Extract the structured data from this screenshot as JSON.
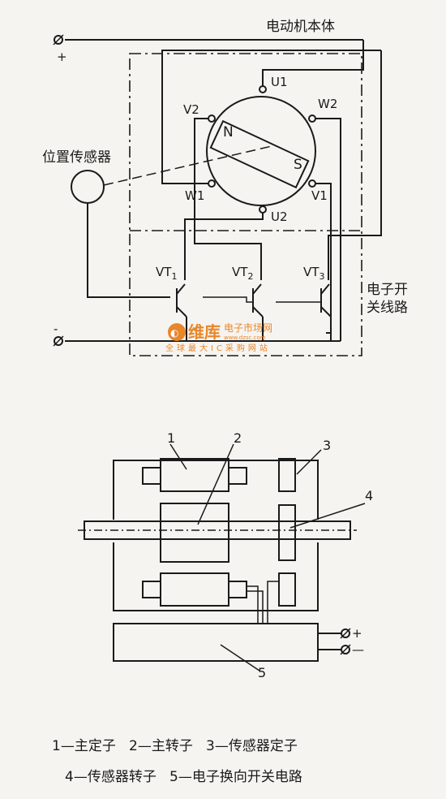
{
  "top_diagram": {
    "motor_body_label": "电动机本体",
    "position_sensor_label": "位置传感器",
    "switch_circuit_label_line1": "电子开",
    "switch_circuit_label_line2": "关线路",
    "plus": "+",
    "minus": "-",
    "terminals": {
      "u1": "U1",
      "u2": "U2",
      "v1": "V1",
      "v2": "V2",
      "w1": "W1",
      "w2": "W2"
    },
    "rotor_poles": {
      "north": "N",
      "south": "S"
    },
    "transistors": [
      {
        "base": "VT",
        "sub": "1"
      },
      {
        "base": "VT",
        "sub": "2"
      },
      {
        "base": "VT",
        "sub": "3"
      }
    ]
  },
  "watermark": {
    "brand": "维库",
    "line1": "电子市场网",
    "url": "www.dzsc.com",
    "line2": "全球最大IC采购网站",
    "color": "#e8862a"
  },
  "bottom_diagram": {
    "callouts": [
      "1",
      "2",
      "3",
      "4",
      "5"
    ],
    "plus_terminal": "+",
    "minus_terminal": "—"
  },
  "legend": {
    "line1": "1—主定子   2—主转子   3—传感器定子",
    "line2": "4—传感器转子   5—电子换向开关电路"
  }
}
